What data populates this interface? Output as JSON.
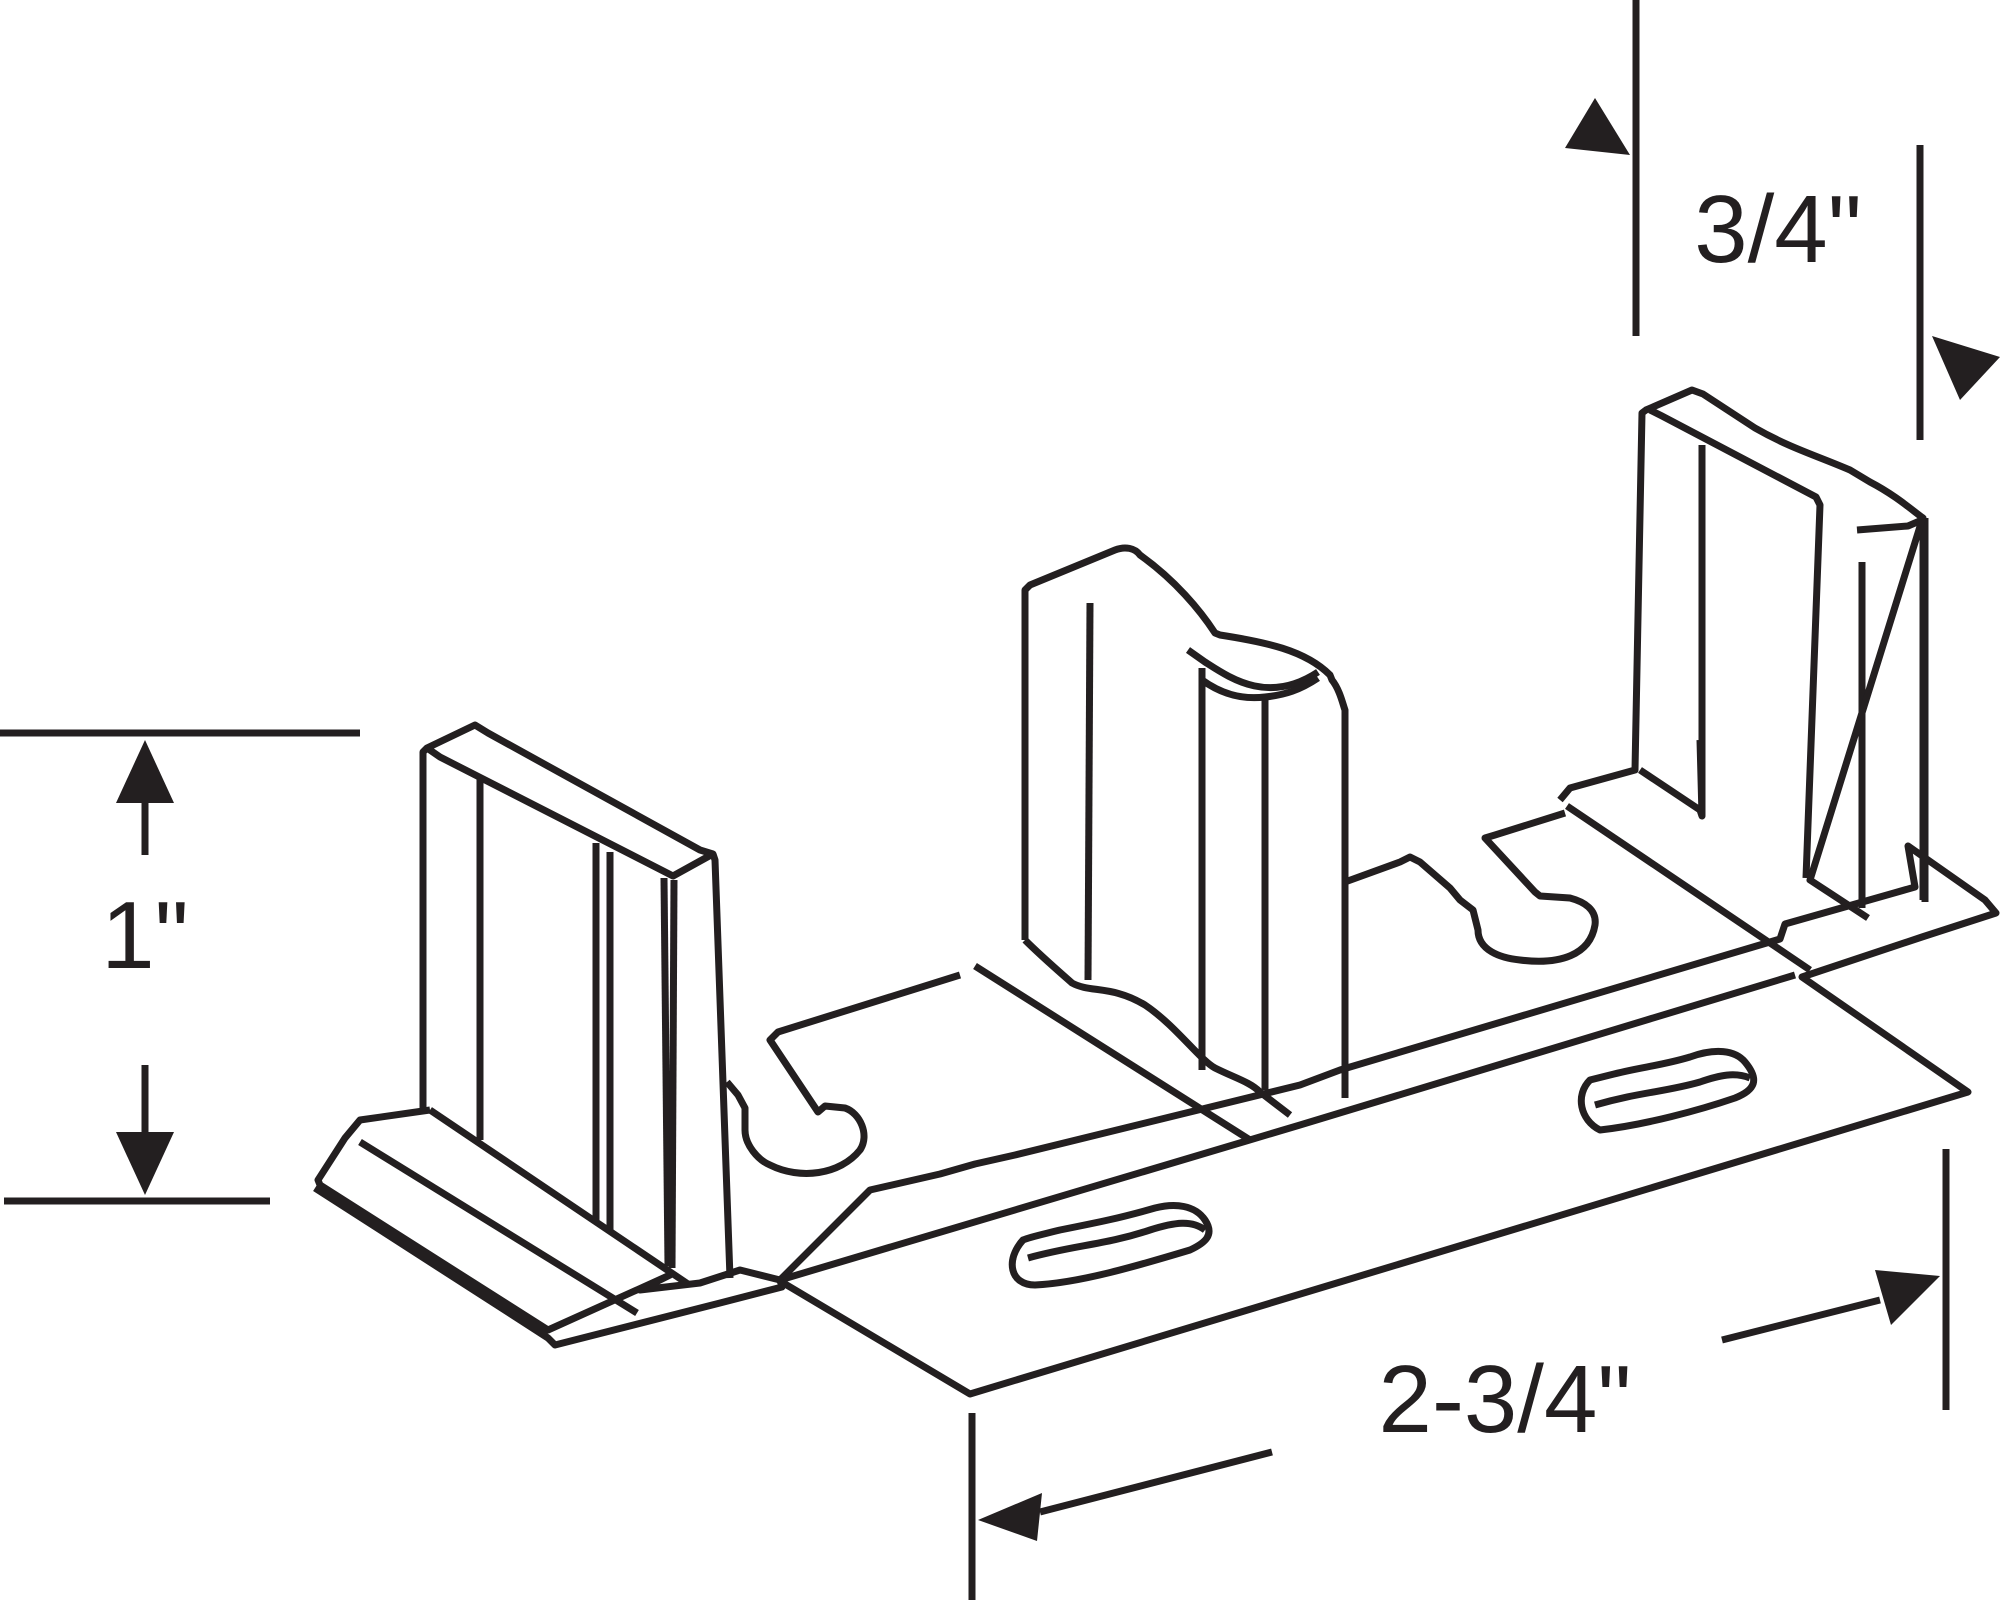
{
  "diagram": {
    "colors": {
      "line": "#231f20",
      "background": "#ffffff"
    },
    "dimensions": {
      "height": {
        "label": "1\""
      },
      "depth": {
        "label": "3/4\""
      },
      "width": {
        "label": "2-3/4\""
      }
    }
  }
}
